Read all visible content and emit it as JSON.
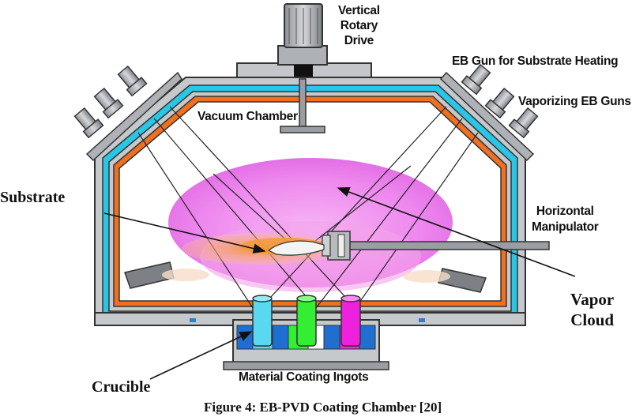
{
  "labels": {
    "rotary_drive": [
      "Vertical",
      "Rotary",
      "Drive"
    ],
    "eb_gun_heating": "EB Gun for Substrate Heating",
    "vaporizing_guns": "Vaporizing EB Guns",
    "vacuum_chamber": "Vacuum Chamber",
    "horizontal_manipulator": [
      "Horizontal",
      "Manipulator"
    ],
    "substrate": "Substrate",
    "vapor_cloud": [
      "Vapor",
      "Cloud"
    ],
    "crucible": "Crucible",
    "material_ingots": "Material Coating Ingots"
  },
  "caption": "Figure 4: EB-PVD Coating Chamber [20]",
  "colors": {
    "vapor_cloud": "#ee88ee",
    "orange_layer": "#f07020",
    "cyan_layer": "#29c6e6",
    "chamber_wall": "#b9bcc0",
    "ingot_cyan": "#5ad8f0",
    "ingot_green": "#33ee33",
    "ingot_magenta": "#ee22dd",
    "crucible_blue": "#1f6fd0"
  }
}
